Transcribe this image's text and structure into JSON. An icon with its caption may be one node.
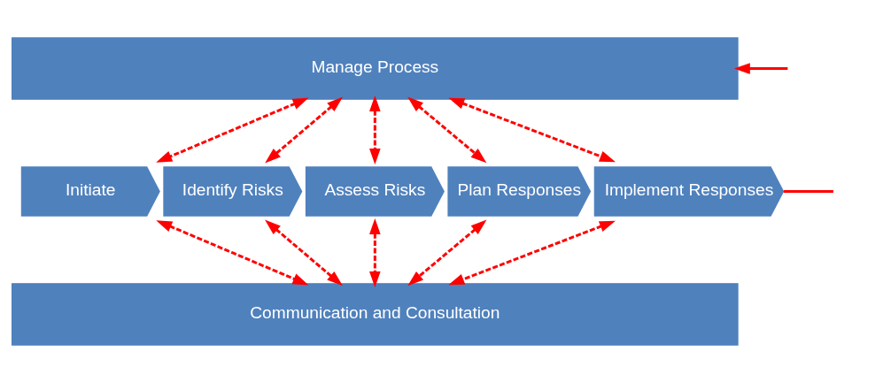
{
  "diagram": {
    "nodes": [
      {
        "text": [
          "Manage Process"
        ]
      },
      {
        "text": [
          "Initiate"
        ]
      },
      {
        "text": [
          "Identify Risks"
        ]
      },
      {
        "text": [
          "Assess Risks"
        ]
      },
      {
        "text": [
          "Plan Responses"
        ]
      },
      {
        "text": [
          "Implement Responses"
        ]
      },
      {
        "text": [
          "Communication and Consultation"
        ]
      }
    ],
    "edges": [
      {
        "from": 0,
        "to": 1,
        "arrow": "both",
        "style": "dashed",
        "color": "#ff0000"
      },
      {
        "from": 0,
        "to": 2,
        "arrow": "both",
        "style": "dashed",
        "color": "#ff0000"
      },
      {
        "from": 0,
        "to": 3,
        "arrow": "both",
        "style": "dashed",
        "color": "#ff0000"
      },
      {
        "from": 0,
        "to": 4,
        "arrow": "both",
        "style": "dashed",
        "color": "#ff0000"
      },
      {
        "from": 0,
        "to": 5,
        "arrow": "both",
        "style": "dashed",
        "color": "#ff0000"
      },
      {
        "from": 1,
        "to": 6,
        "arrow": "both",
        "style": "dashed",
        "color": "#ff0000"
      },
      {
        "from": 2,
        "to": 6,
        "arrow": "both",
        "style": "dashed",
        "color": "#ff0000"
      },
      {
        "from": 3,
        "to": 6,
        "arrow": "both",
        "style": "dashed",
        "color": "#ff0000"
      },
      {
        "from": 4,
        "to": 6,
        "arrow": "both",
        "style": "dashed",
        "color": "#ff0000"
      },
      {
        "from": 5,
        "to": 6,
        "arrow": "both",
        "style": "dashed",
        "color": "#ff0000"
      },
      {
        "from": 5,
        "to": null,
        "arrow": "none",
        "color": "#ff0000"
      },
      {
        "from": null,
        "to": 0,
        "arrow": "to",
        "color": "#ff0000"
      }
    ]
  }
}
